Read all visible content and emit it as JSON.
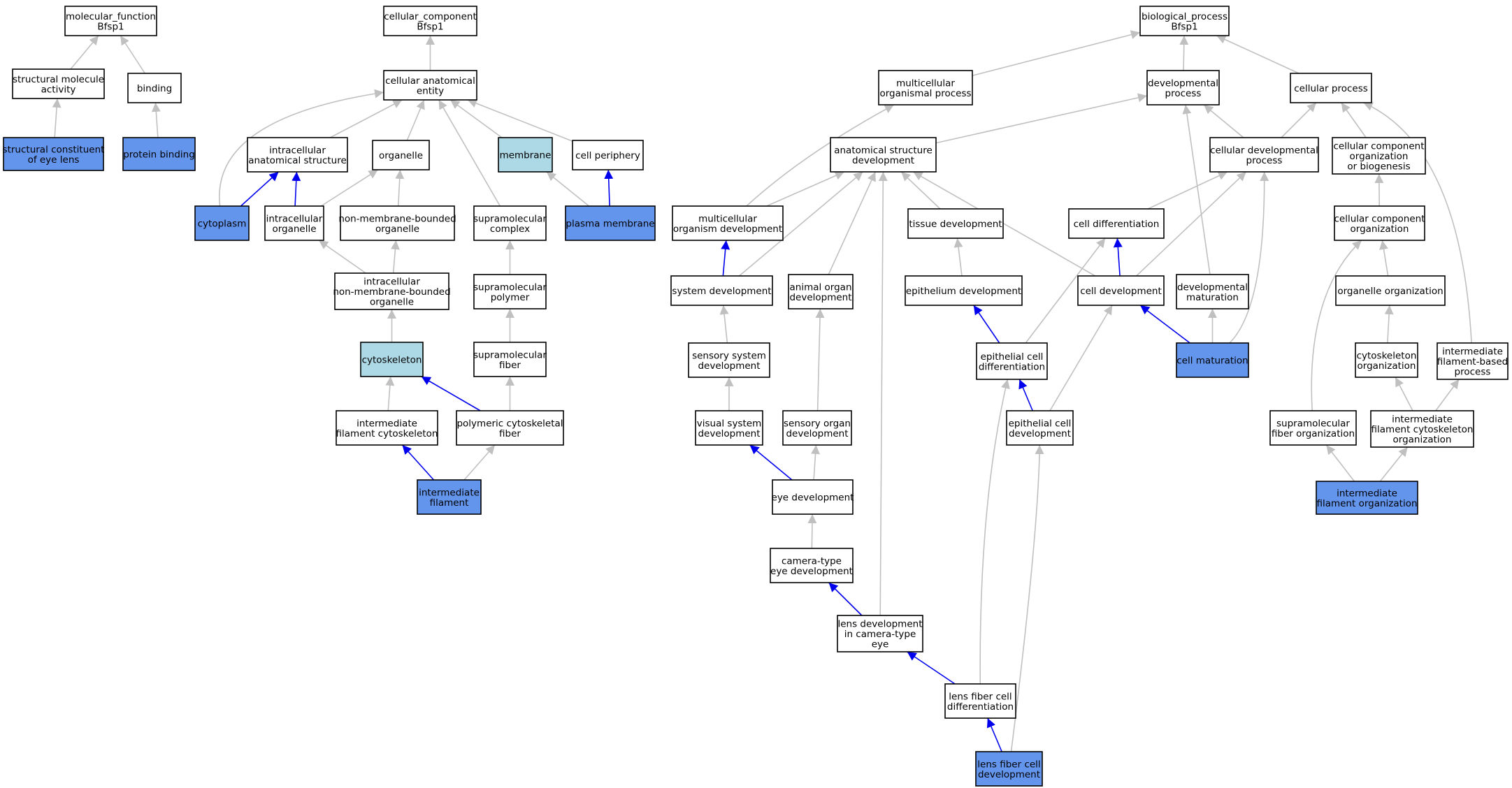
{
  "colors": {
    "plain": "#ffffff",
    "annotated": "#6495ed",
    "ancestor_highlight": "#add8e6",
    "edge_default": "#c0c0c0",
    "edge_highlight": "#0000ee"
  },
  "nodes": [
    {
      "id": "mf",
      "lines": [
        "molecular_function",
        "Bfsp1"
      ],
      "fill": "plain"
    },
    {
      "id": "sma",
      "lines": [
        "structural molecule",
        "activity"
      ],
      "fill": "plain"
    },
    {
      "id": "binding",
      "lines": [
        "binding"
      ],
      "fill": "plain"
    },
    {
      "id": "scel",
      "lines": [
        "structural constituent",
        "of eye lens"
      ],
      "fill": "annotated"
    },
    {
      "id": "pb",
      "lines": [
        "protein binding"
      ],
      "fill": "annotated"
    },
    {
      "id": "cc",
      "lines": [
        "cellular_component",
        "Bfsp1"
      ],
      "fill": "plain"
    },
    {
      "id": "cae",
      "lines": [
        "cellular anatomical",
        "entity"
      ],
      "fill": "plain"
    },
    {
      "id": "ias",
      "lines": [
        "intracellular",
        "anatomical structure"
      ],
      "fill": "plain"
    },
    {
      "id": "organelle",
      "lines": [
        "organelle"
      ],
      "fill": "plain"
    },
    {
      "id": "membrane",
      "lines": [
        "membrane"
      ],
      "fill": "ancestor_highlight"
    },
    {
      "id": "cellper",
      "lines": [
        "cell periphery"
      ],
      "fill": "plain"
    },
    {
      "id": "cytoplasm",
      "lines": [
        "cytoplasm"
      ],
      "fill": "annotated"
    },
    {
      "id": "icorg",
      "lines": [
        "intracellular",
        "organelle"
      ],
      "fill": "plain"
    },
    {
      "id": "nmbo",
      "lines": [
        "non-membrane-bounded",
        "organelle"
      ],
      "fill": "plain"
    },
    {
      "id": "smc",
      "lines": [
        "supramolecular",
        "complex"
      ],
      "fill": "plain"
    },
    {
      "id": "pm",
      "lines": [
        "plasma membrane"
      ],
      "fill": "annotated"
    },
    {
      "id": "inmbo",
      "lines": [
        "intracellular",
        "non-membrane-bounded",
        "organelle"
      ],
      "fill": "plain"
    },
    {
      "id": "smp",
      "lines": [
        "supramolecular",
        "polymer"
      ],
      "fill": "plain"
    },
    {
      "id": "cytoskeleton",
      "lines": [
        "cytoskeleton"
      ],
      "fill": "ancestor_highlight"
    },
    {
      "id": "smf",
      "lines": [
        "supramolecular",
        "fiber"
      ],
      "fill": "plain"
    },
    {
      "id": "ifc",
      "lines": [
        "intermediate",
        "filament cytoskeleton"
      ],
      "fill": "plain"
    },
    {
      "id": "pcf",
      "lines": [
        "polymeric cytoskeletal",
        "fiber"
      ],
      "fill": "plain"
    },
    {
      "id": "if",
      "lines": [
        "intermediate",
        "filament"
      ],
      "fill": "annotated"
    },
    {
      "id": "bp",
      "lines": [
        "biological_process",
        "Bfsp1"
      ],
      "fill": "plain"
    },
    {
      "id": "mop",
      "lines": [
        "multicellular",
        "organismal process"
      ],
      "fill": "plain"
    },
    {
      "id": "devp",
      "lines": [
        "developmental",
        "process"
      ],
      "fill": "plain"
    },
    {
      "id": "cellp",
      "lines": [
        "cellular process"
      ],
      "fill": "plain"
    },
    {
      "id": "asd",
      "lines": [
        "anatomical structure",
        "development"
      ],
      "fill": "plain"
    },
    {
      "id": "cdp",
      "lines": [
        "cellular developmental",
        "process"
      ],
      "fill": "plain"
    },
    {
      "id": "ccob",
      "lines": [
        "cellular component",
        "organization",
        "or biogenesis"
      ],
      "fill": "plain"
    },
    {
      "id": "mod",
      "lines": [
        "multicellular",
        "organism development"
      ],
      "fill": "plain"
    },
    {
      "id": "td",
      "lines": [
        "tissue development"
      ],
      "fill": "plain"
    },
    {
      "id": "celldiff",
      "lines": [
        "cell differentiation"
      ],
      "fill": "plain"
    },
    {
      "id": "cco",
      "lines": [
        "cellular component",
        "organization"
      ],
      "fill": "plain"
    },
    {
      "id": "sysdev",
      "lines": [
        "system development"
      ],
      "fill": "plain"
    },
    {
      "id": "aod",
      "lines": [
        "animal organ",
        "development"
      ],
      "fill": "plain"
    },
    {
      "id": "epidev",
      "lines": [
        "epithelium development"
      ],
      "fill": "plain"
    },
    {
      "id": "celldev",
      "lines": [
        "cell development"
      ],
      "fill": "plain"
    },
    {
      "id": "devmat",
      "lines": [
        "developmental",
        "maturation"
      ],
      "fill": "plain"
    },
    {
      "id": "orgorg",
      "lines": [
        "organelle organization"
      ],
      "fill": "plain"
    },
    {
      "id": "ssd",
      "lines": [
        "sensory system",
        "development"
      ],
      "fill": "plain"
    },
    {
      "id": "ecd",
      "lines": [
        "epithelial cell",
        "differentiation"
      ],
      "fill": "plain"
    },
    {
      "id": "cellmat",
      "lines": [
        "cell maturation"
      ],
      "fill": "annotated"
    },
    {
      "id": "csko",
      "lines": [
        "cytoskeleton",
        "organization"
      ],
      "fill": "plain"
    },
    {
      "id": "ifbp",
      "lines": [
        "intermediate",
        "filament-based",
        "process"
      ],
      "fill": "plain"
    },
    {
      "id": "vsd",
      "lines": [
        "visual system",
        "development"
      ],
      "fill": "plain"
    },
    {
      "id": "sod",
      "lines": [
        "sensory organ",
        "development"
      ],
      "fill": "plain"
    },
    {
      "id": "ecdev",
      "lines": [
        "epithelial cell",
        "development"
      ],
      "fill": "plain"
    },
    {
      "id": "smfo",
      "lines": [
        "supramolecular",
        "fiber organization"
      ],
      "fill": "plain"
    },
    {
      "id": "ifcso",
      "lines": [
        "intermediate",
        "filament cytoskeleton",
        "organization"
      ],
      "fill": "plain"
    },
    {
      "id": "eyedev",
      "lines": [
        "eye development"
      ],
      "fill": "plain"
    },
    {
      "id": "ifo",
      "lines": [
        "intermediate",
        "filament organization"
      ],
      "fill": "annotated"
    },
    {
      "id": "cted",
      "lines": [
        "camera-type",
        "eye development"
      ],
      "fill": "plain"
    },
    {
      "id": "ldcte",
      "lines": [
        "lens development",
        "in camera-type",
        "eye"
      ],
      "fill": "plain"
    },
    {
      "id": "lfcdiff",
      "lines": [
        "lens fiber cell",
        "differentiation"
      ],
      "fill": "plain"
    },
    {
      "id": "lfcdev",
      "lines": [
        "lens fiber cell",
        "development"
      ],
      "fill": "annotated"
    }
  ],
  "edges": [
    {
      "from": "sma",
      "to": "mf",
      "kind": "default"
    },
    {
      "from": "binding",
      "to": "mf",
      "kind": "default"
    },
    {
      "from": "scel",
      "to": "sma",
      "kind": "default"
    },
    {
      "from": "pb",
      "to": "binding",
      "kind": "default"
    },
    {
      "from": "cae",
      "to": "cc",
      "kind": "default"
    },
    {
      "from": "ias",
      "to": "cae",
      "kind": "default"
    },
    {
      "from": "organelle",
      "to": "cae",
      "kind": "default"
    },
    {
      "from": "membrane",
      "to": "cae",
      "kind": "default"
    },
    {
      "from": "cellper",
      "to": "cae",
      "kind": "default"
    },
    {
      "from": "cytoplasm",
      "to": "cae",
      "kind": "default"
    },
    {
      "from": "smc",
      "to": "cae",
      "kind": "default"
    },
    {
      "from": "cytoplasm",
      "to": "ias",
      "kind": "highlight"
    },
    {
      "from": "icorg",
      "to": "ias",
      "kind": "highlight"
    },
    {
      "from": "icorg",
      "to": "organelle",
      "kind": "default"
    },
    {
      "from": "nmbo",
      "to": "organelle",
      "kind": "default"
    },
    {
      "from": "pm",
      "to": "membrane",
      "kind": "default"
    },
    {
      "from": "pm",
      "to": "cellper",
      "kind": "highlight"
    },
    {
      "from": "inmbo",
      "to": "icorg",
      "kind": "default"
    },
    {
      "from": "inmbo",
      "to": "nmbo",
      "kind": "default"
    },
    {
      "from": "smp",
      "to": "smc",
      "kind": "default"
    },
    {
      "from": "cytoskeleton",
      "to": "inmbo",
      "kind": "default"
    },
    {
      "from": "smf",
      "to": "smp",
      "kind": "default"
    },
    {
      "from": "ifc",
      "to": "cytoskeleton",
      "kind": "default"
    },
    {
      "from": "pcf",
      "to": "cytoskeleton",
      "kind": "highlight"
    },
    {
      "from": "pcf",
      "to": "smf",
      "kind": "default"
    },
    {
      "from": "if",
      "to": "ifc",
      "kind": "highlight"
    },
    {
      "from": "if",
      "to": "pcf",
      "kind": "default"
    },
    {
      "from": "mop",
      "to": "bp",
      "kind": "default"
    },
    {
      "from": "devp",
      "to": "bp",
      "kind": "default"
    },
    {
      "from": "cellp",
      "to": "bp",
      "kind": "default"
    },
    {
      "from": "asd",
      "to": "devp",
      "kind": "default"
    },
    {
      "from": "cdp",
      "to": "devp",
      "kind": "default"
    },
    {
      "from": "devmat",
      "to": "devp",
      "kind": "default"
    },
    {
      "from": "cdp",
      "to": "cellp",
      "kind": "default"
    },
    {
      "from": "ccob",
      "to": "cellp",
      "kind": "default"
    },
    {
      "from": "ifbp",
      "to": "cellp",
      "kind": "default"
    },
    {
      "from": "mod",
      "to": "mop",
      "kind": "default"
    },
    {
      "from": "mod",
      "to": "asd",
      "kind": "default"
    },
    {
      "from": "sysdev",
      "to": "asd",
      "kind": "default"
    },
    {
      "from": "aod",
      "to": "asd",
      "kind": "default"
    },
    {
      "from": "td",
      "to": "asd",
      "kind": "default"
    },
    {
      "from": "celldev",
      "to": "asd",
      "kind": "default"
    },
    {
      "from": "ldcte",
      "to": "asd",
      "kind": "default"
    },
    {
      "from": "celldiff",
      "to": "cdp",
      "kind": "default"
    },
    {
      "from": "celldev",
      "to": "cdp",
      "kind": "default"
    },
    {
      "from": "cellmat",
      "to": "cdp",
      "kind": "default"
    },
    {
      "from": "cco",
      "to": "ccob",
      "kind": "default"
    },
    {
      "from": "sysdev",
      "to": "mod",
      "kind": "highlight"
    },
    {
      "from": "epidev",
      "to": "td",
      "kind": "default"
    },
    {
      "from": "celldev",
      "to": "celldiff",
      "kind": "highlight"
    },
    {
      "from": "ecd",
      "to": "celldiff",
      "kind": "default"
    },
    {
      "from": "orgorg",
      "to": "cco",
      "kind": "default"
    },
    {
      "from": "smfo",
      "to": "cco",
      "kind": "default"
    },
    {
      "from": "ssd",
      "to": "sysdev",
      "kind": "default"
    },
    {
      "from": "sod",
      "to": "aod",
      "kind": "default"
    },
    {
      "from": "ecd",
      "to": "epidev",
      "kind": "highlight"
    },
    {
      "from": "cellmat",
      "to": "celldev",
      "kind": "highlight"
    },
    {
      "from": "ecdev",
      "to": "celldev",
      "kind": "default"
    },
    {
      "from": "cellmat",
      "to": "devmat",
      "kind": "default"
    },
    {
      "from": "csko",
      "to": "orgorg",
      "kind": "default"
    },
    {
      "from": "vsd",
      "to": "ssd",
      "kind": "default"
    },
    {
      "from": "ecdev",
      "to": "ecd",
      "kind": "highlight"
    },
    {
      "from": "lfcdiff",
      "to": "ecd",
      "kind": "default"
    },
    {
      "from": "ifcso",
      "to": "csko",
      "kind": "default"
    },
    {
      "from": "ifcso",
      "to": "ifbp",
      "kind": "default"
    },
    {
      "from": "eyedev",
      "to": "vsd",
      "kind": "highlight"
    },
    {
      "from": "eyedev",
      "to": "sod",
      "kind": "default"
    },
    {
      "from": "lfcdev",
      "to": "ecdev",
      "kind": "default"
    },
    {
      "from": "ifo",
      "to": "smfo",
      "kind": "default"
    },
    {
      "from": "ifo",
      "to": "ifcso",
      "kind": "default"
    },
    {
      "from": "cted",
      "to": "eyedev",
      "kind": "default"
    },
    {
      "from": "ldcte",
      "to": "cted",
      "kind": "highlight"
    },
    {
      "from": "lfcdiff",
      "to": "ldcte",
      "kind": "highlight"
    },
    {
      "from": "lfcdev",
      "to": "lfcdiff",
      "kind": "highlight"
    }
  ]
}
